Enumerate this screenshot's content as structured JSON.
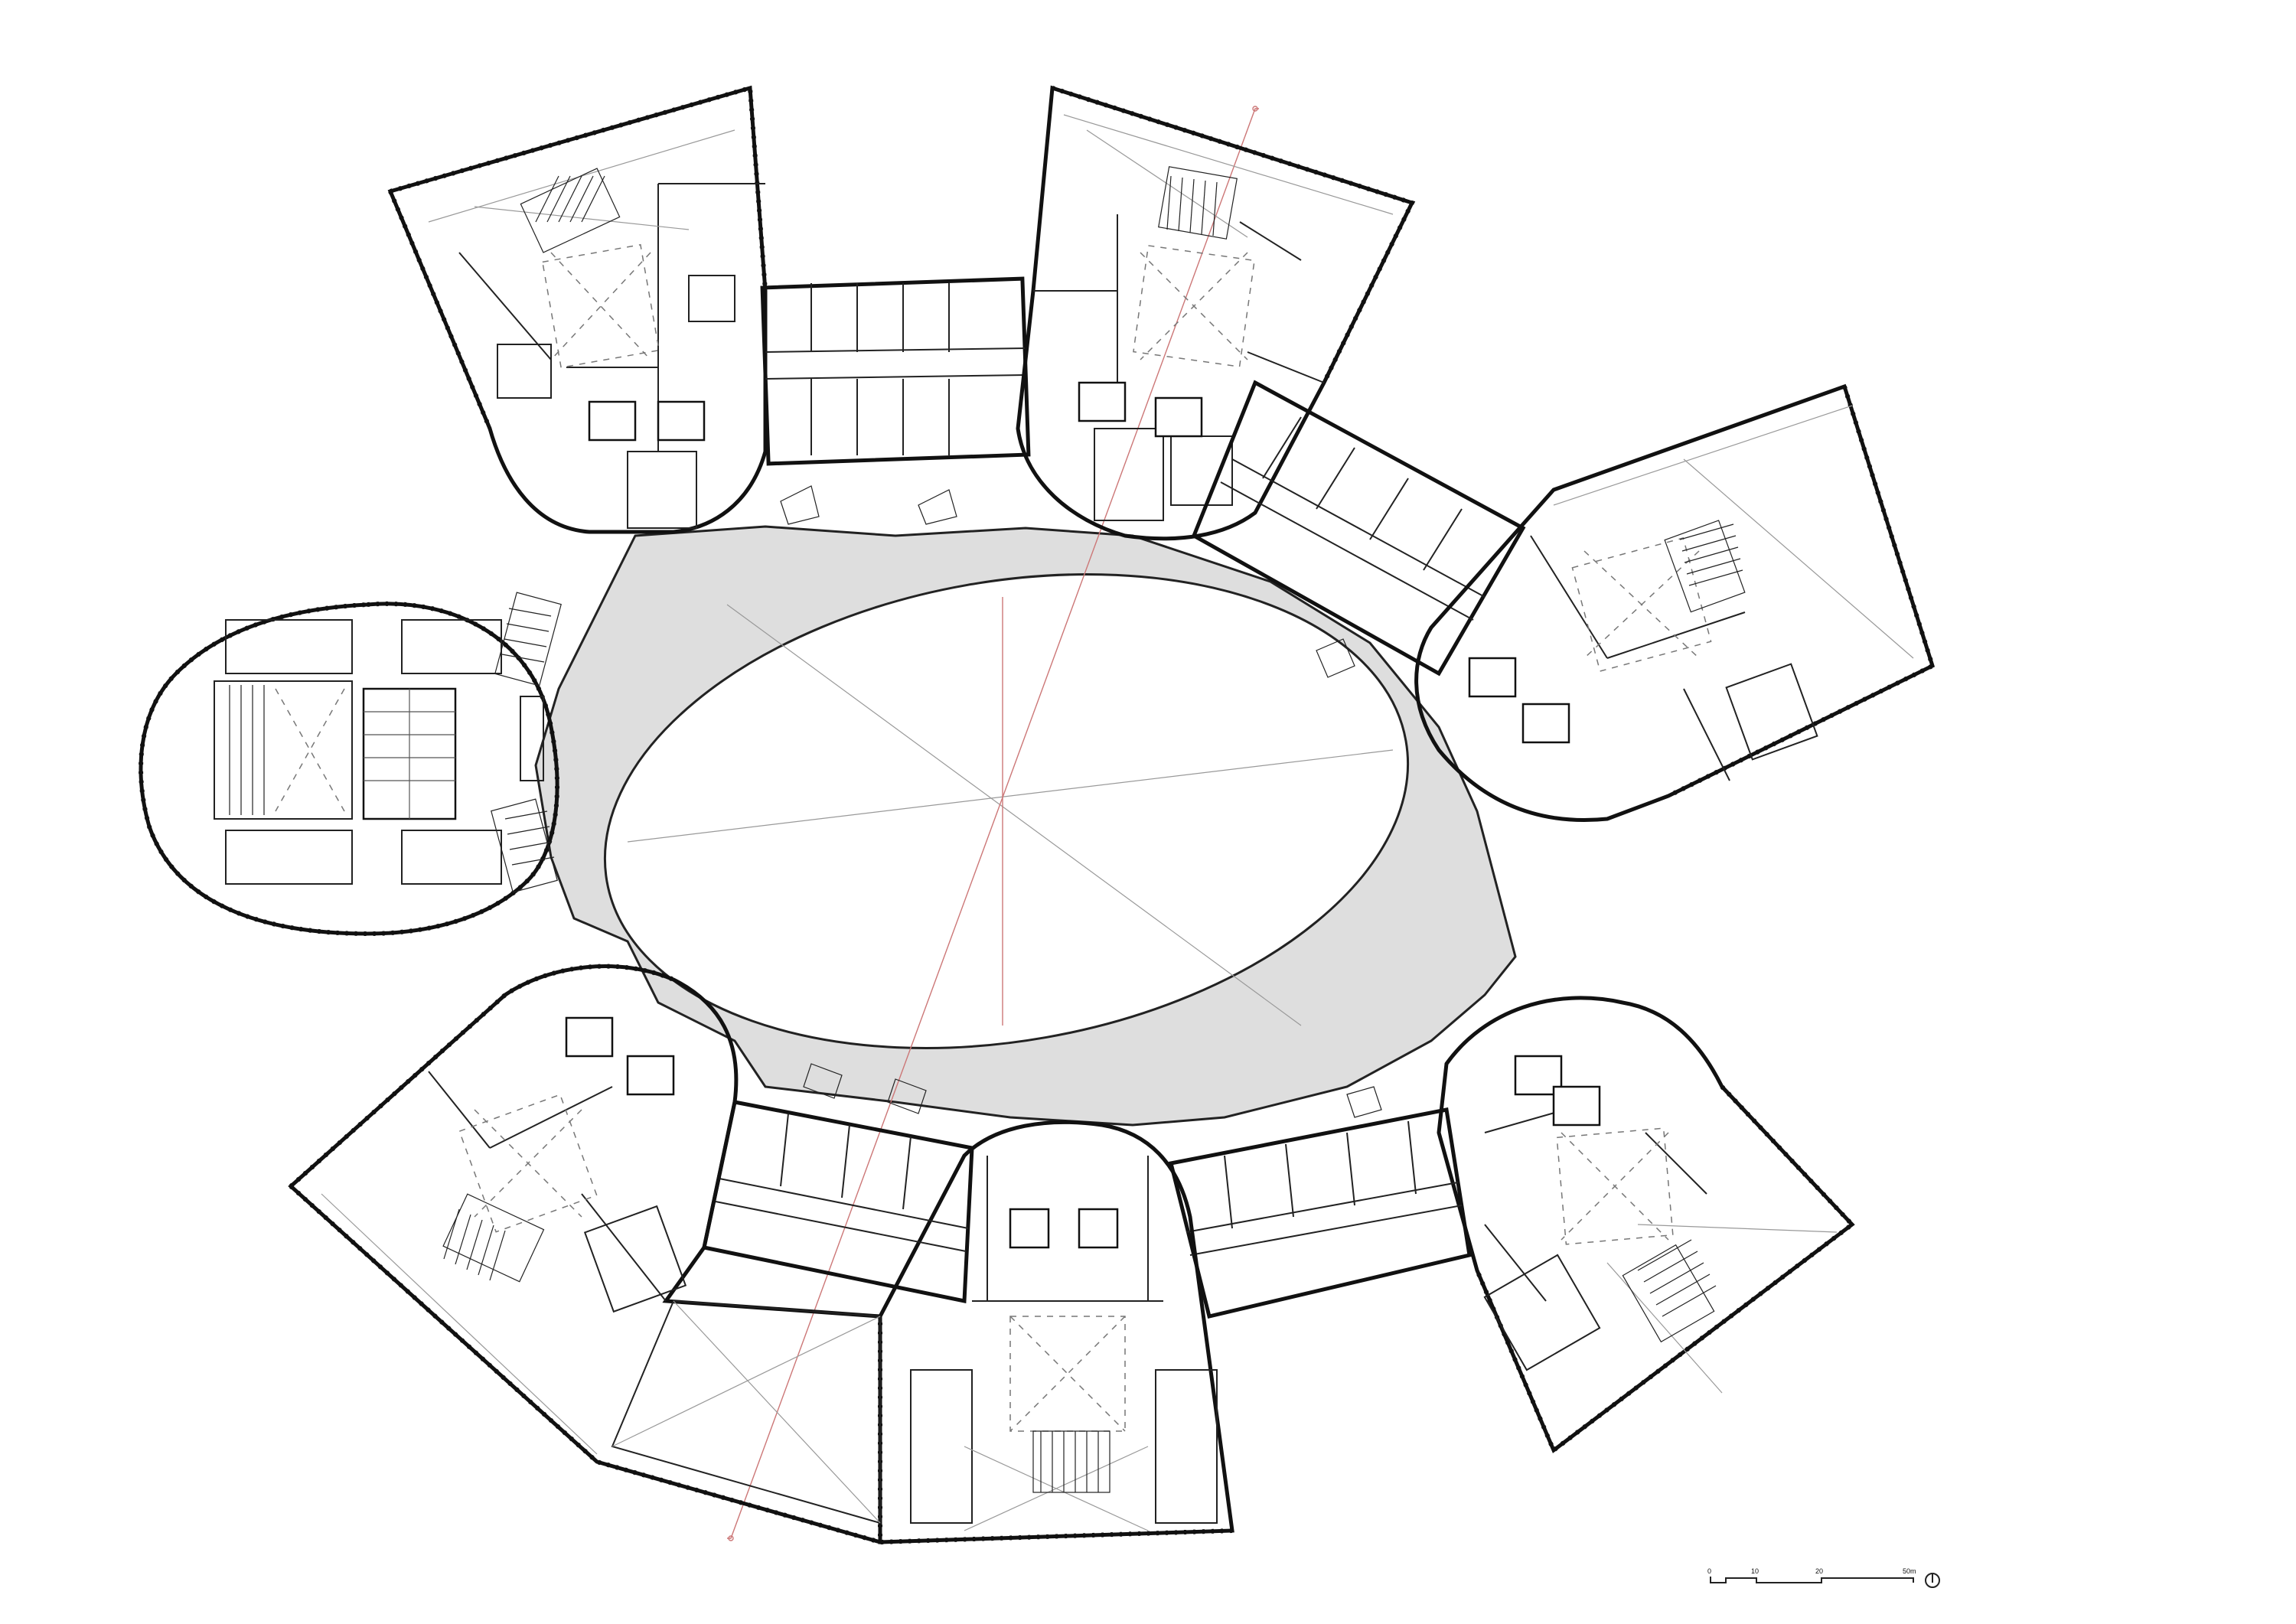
{
  "drawing": {
    "type": "floor-plan"
  },
  "scale_bar": {
    "ticks": [
      "0",
      "10",
      "20",
      "50m"
    ]
  },
  "north_arrow": {
    "icon": "north-arrow-icon"
  },
  "colors": {
    "line": "#111111",
    "ring_fill": "#dedede",
    "axis_line": "#cc7777",
    "background": "#ffffff"
  }
}
